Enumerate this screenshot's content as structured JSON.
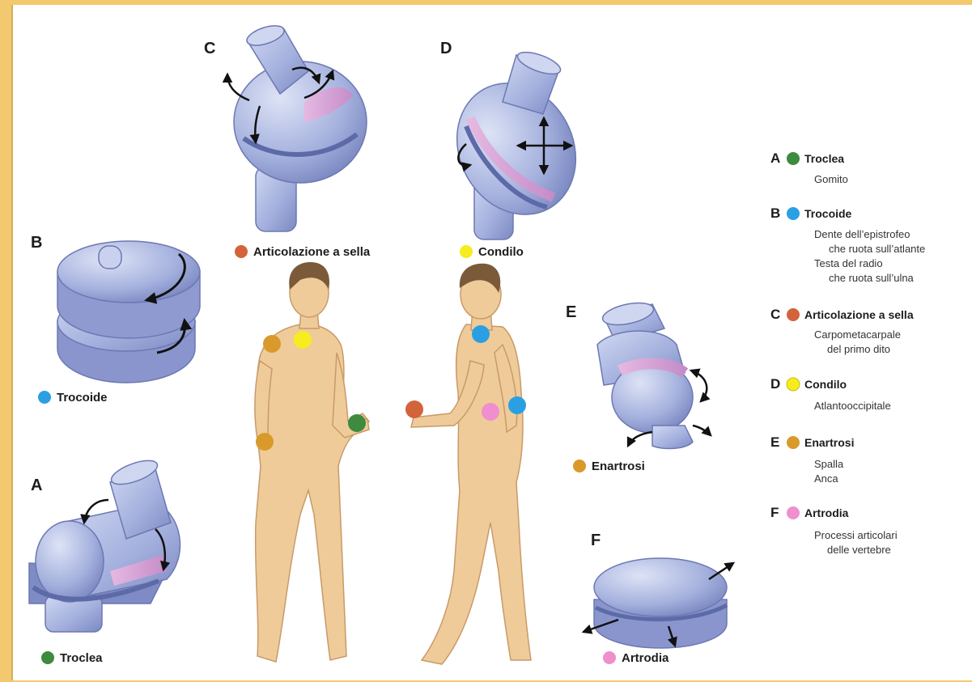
{
  "colors": {
    "page_background": "#f3c970",
    "canvas": "#ffffff",
    "troclea": "#3e8a3e",
    "trocoide": "#2aa0e3",
    "sella": "#d3633b",
    "condilo": "#f6ec1f",
    "enartrosi": "#d99a2b",
    "artrodia": "#ef8fcd",
    "joint_blue": "#a7b3e0",
    "joint_pink": "#d8a6d6",
    "skin": "#efcb9a",
    "hair": "#7b5a3a"
  },
  "panels": {
    "A": {
      "letter": "A",
      "caption": "Troclea",
      "color_key": "troclea"
    },
    "B": {
      "letter": "B",
      "caption": "Trocoide",
      "color_key": "trocoide"
    },
    "C": {
      "letter": "C",
      "caption": "Articolazione a sella",
      "color_key": "sella"
    },
    "D": {
      "letter": "D",
      "caption": "Condilo",
      "color_key": "condilo"
    },
    "E": {
      "letter": "E",
      "caption": "Enartrosi",
      "color_key": "enartrosi"
    },
    "F": {
      "letter": "F",
      "caption": "Artrodia",
      "color_key": "artrodia"
    }
  },
  "legend": [
    {
      "letter": "A",
      "name": "Troclea",
      "color_key": "troclea",
      "lines": [
        "Gomito"
      ]
    },
    {
      "letter": "B",
      "name": "Trocoide",
      "color_key": "trocoide",
      "lines": [
        "Dente dell’epistrofeo",
        "che ruota sull’atlante",
        "Testa del radio",
        "che ruota sull’ulna"
      ]
    },
    {
      "letter": "C",
      "name": "Articolazione a sella",
      "color_key": "sella",
      "lines": [
        "Carpometacarpale",
        "del primo dito"
      ]
    },
    {
      "letter": "D",
      "name": "Condilo",
      "color_key": "condilo",
      "lines": [
        "Atlantooccipitale"
      ]
    },
    {
      "letter": "E",
      "name": "Enartrosi",
      "color_key": "enartrosi",
      "lines": [
        "Spalla",
        "Anca"
      ]
    },
    {
      "letter": "F",
      "name": "Artrodia",
      "color_key": "artrodia",
      "lines": [
        "Processi articolari",
        "delle vertebre"
      ]
    }
  ],
  "body_markers": [
    {
      "figure": "front",
      "joint": "shoulder",
      "color_key": "enartrosi"
    },
    {
      "figure": "front",
      "joint": "neck",
      "color_key": "condilo"
    },
    {
      "figure": "front",
      "joint": "hip",
      "color_key": "enartrosi"
    },
    {
      "figure": "front",
      "joint": "elbow",
      "color_key": "troclea"
    },
    {
      "figure": "side",
      "joint": "neck",
      "color_key": "trocoide"
    },
    {
      "figure": "side",
      "joint": "thumb",
      "color_key": "sella"
    },
    {
      "figure": "side",
      "joint": "spine",
      "color_key": "artrodia"
    },
    {
      "figure": "side",
      "joint": "elbow",
      "color_key": "trocoide"
    }
  ]
}
